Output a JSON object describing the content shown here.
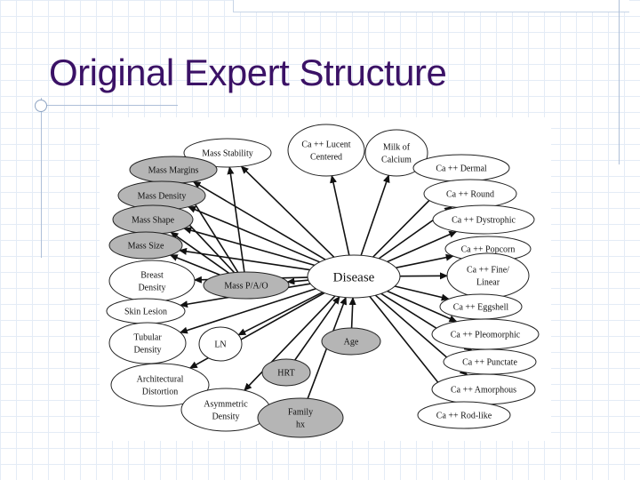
{
  "slide": {
    "title": "Original Expert Structure"
  },
  "diagram": {
    "center": "Disease",
    "nodes": [
      {
        "id": "mass-stability",
        "lines": [
          "Mass Stability"
        ],
        "fill": "#ffffff"
      },
      {
        "id": "ca-lucent-centered",
        "lines": [
          "Ca ++ Lucent",
          "Centered"
        ],
        "fill": "#ffffff"
      },
      {
        "id": "milk-of-calcium",
        "lines": [
          "Milk of",
          "Calcium"
        ],
        "fill": "#ffffff"
      },
      {
        "id": "mass-margins",
        "lines": [
          "Mass Margins"
        ],
        "fill": "#b5b5b5"
      },
      {
        "id": "mass-density",
        "lines": [
          "Mass Density"
        ],
        "fill": "#b5b5b5"
      },
      {
        "id": "mass-shape",
        "lines": [
          "Mass Shape"
        ],
        "fill": "#b5b5b5"
      },
      {
        "id": "mass-size",
        "lines": [
          "Mass Size"
        ],
        "fill": "#b5b5b5"
      },
      {
        "id": "breast-density",
        "lines": [
          "Breast",
          "Density"
        ],
        "fill": "#ffffff"
      },
      {
        "id": "mass-pao",
        "lines": [
          "Mass P/A/O"
        ],
        "fill": "#b5b5b5"
      },
      {
        "id": "skin-lesion",
        "lines": [
          "Skin Lesion"
        ],
        "fill": "#ffffff"
      },
      {
        "id": "tubular-density",
        "lines": [
          "Tubular",
          "Density"
        ],
        "fill": "#ffffff"
      },
      {
        "id": "ln",
        "lines": [
          "LN"
        ],
        "fill": "#ffffff"
      },
      {
        "id": "age",
        "lines": [
          "Age"
        ],
        "fill": "#b5b5b5"
      },
      {
        "id": "architectural-distortion",
        "lines": [
          "Architectural",
          "Distortion"
        ],
        "fill": "#ffffff"
      },
      {
        "id": "hrt",
        "lines": [
          "HRT"
        ],
        "fill": "#b5b5b5"
      },
      {
        "id": "asymmetric-density",
        "lines": [
          "Asymmetric",
          "Density"
        ],
        "fill": "#ffffff"
      },
      {
        "id": "family-hx",
        "lines": [
          "Family",
          "hx"
        ],
        "fill": "#b5b5b5"
      },
      {
        "id": "ca-dermal",
        "lines": [
          "Ca ++ Dermal"
        ],
        "fill": "#ffffff"
      },
      {
        "id": "ca-round",
        "lines": [
          "Ca ++ Round"
        ],
        "fill": "#ffffff"
      },
      {
        "id": "ca-dystrophic",
        "lines": [
          "Ca ++ Dystrophic"
        ],
        "fill": "#ffffff"
      },
      {
        "id": "ca-popcorn",
        "lines": [
          "Ca ++ Popcorn"
        ],
        "fill": "#ffffff"
      },
      {
        "id": "ca-fine-linear",
        "lines": [
          "Ca ++ Fine/",
          "Linear"
        ],
        "fill": "#ffffff"
      },
      {
        "id": "ca-eggshell",
        "lines": [
          "Ca ++ Eggshell"
        ],
        "fill": "#ffffff"
      },
      {
        "id": "ca-pleomorphic",
        "lines": [
          "Ca ++ Pleomorphic"
        ],
        "fill": "#ffffff"
      },
      {
        "id": "ca-punctate",
        "lines": [
          "Ca ++ Punctate"
        ],
        "fill": "#ffffff"
      },
      {
        "id": "ca-amorphous",
        "lines": [
          "Ca ++ Amorphous"
        ],
        "fill": "#ffffff"
      },
      {
        "id": "ca-rod-like",
        "lines": [
          "Ca ++ Rod-like"
        ],
        "fill": "#ffffff"
      }
    ],
    "edges": [
      {
        "from": "center",
        "to": "mass-stability"
      },
      {
        "from": "center",
        "to": "ca-lucent-centered"
      },
      {
        "from": "center",
        "to": "milk-of-calcium"
      },
      {
        "from": "center",
        "to": "mass-margins"
      },
      {
        "from": "center",
        "to": "mass-density"
      },
      {
        "from": "center",
        "to": "mass-shape"
      },
      {
        "from": "center",
        "to": "mass-size"
      },
      {
        "from": "center",
        "to": "breast-density"
      },
      {
        "from": "center",
        "to": "mass-pao"
      },
      {
        "from": "center",
        "to": "skin-lesion"
      },
      {
        "from": "center",
        "to": "tubular-density"
      },
      {
        "from": "center",
        "to": "ln"
      },
      {
        "from": "age",
        "to": "center"
      },
      {
        "from": "center",
        "to": "architectural-distortion"
      },
      {
        "from": "hrt",
        "to": "center"
      },
      {
        "from": "center",
        "to": "asymmetric-density"
      },
      {
        "from": "family-hx",
        "to": "center"
      },
      {
        "from": "center",
        "to": "ca-dermal"
      },
      {
        "from": "center",
        "to": "ca-round"
      },
      {
        "from": "center",
        "to": "ca-dystrophic"
      },
      {
        "from": "center",
        "to": "ca-popcorn"
      },
      {
        "from": "center",
        "to": "ca-fine-linear"
      },
      {
        "from": "center",
        "to": "ca-eggshell"
      },
      {
        "from": "center",
        "to": "ca-pleomorphic"
      },
      {
        "from": "center",
        "to": "ca-punctate"
      },
      {
        "from": "center",
        "to": "ca-amorphous"
      },
      {
        "from": "center",
        "to": "ca-rod-like"
      },
      {
        "from": "mass-pao",
        "to": "mass-stability"
      },
      {
        "from": "mass-pao",
        "to": "mass-margins"
      },
      {
        "from": "mass-pao",
        "to": "mass-density"
      },
      {
        "from": "mass-pao",
        "to": "mass-shape"
      },
      {
        "from": "mass-pao",
        "to": "mass-size"
      }
    ]
  }
}
